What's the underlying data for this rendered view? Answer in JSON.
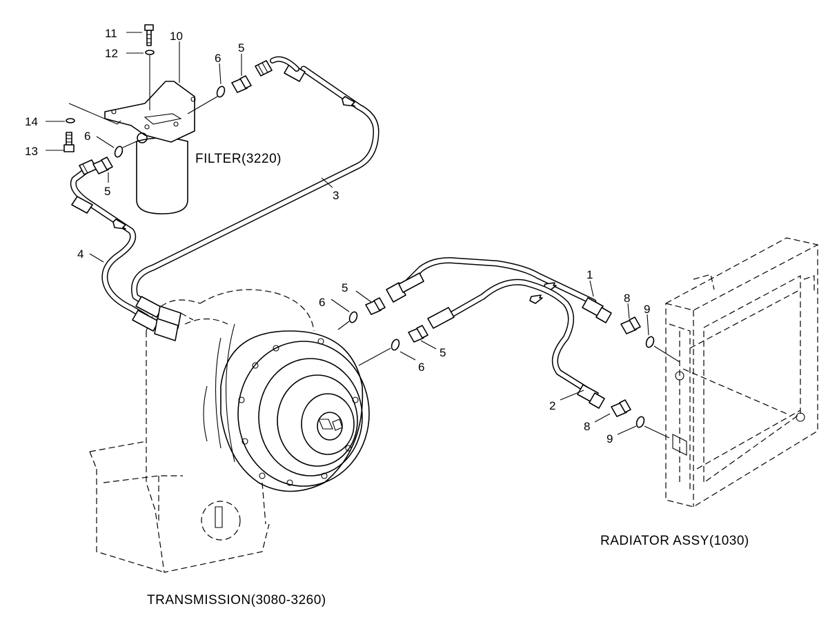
{
  "captions": {
    "filter": "FILTER(3220)",
    "radiator": "RADIATOR ASSY(1030)",
    "transmission": "TRANSMISSION(3080-3260)"
  },
  "callouts": {
    "c1": "1",
    "c2": "2",
    "c3": "3",
    "c4": "4",
    "c5a": "5",
    "c5b": "5",
    "c5c": "5",
    "c5d": "5",
    "c6a": "6",
    "c6b": "6",
    "c6c": "6",
    "c6d": "6",
    "c8a": "8",
    "c8b": "8",
    "c9a": "9",
    "c9b": "9",
    "c10": "10",
    "c11": "11",
    "c12": "12",
    "c13": "13",
    "c14": "14"
  }
}
